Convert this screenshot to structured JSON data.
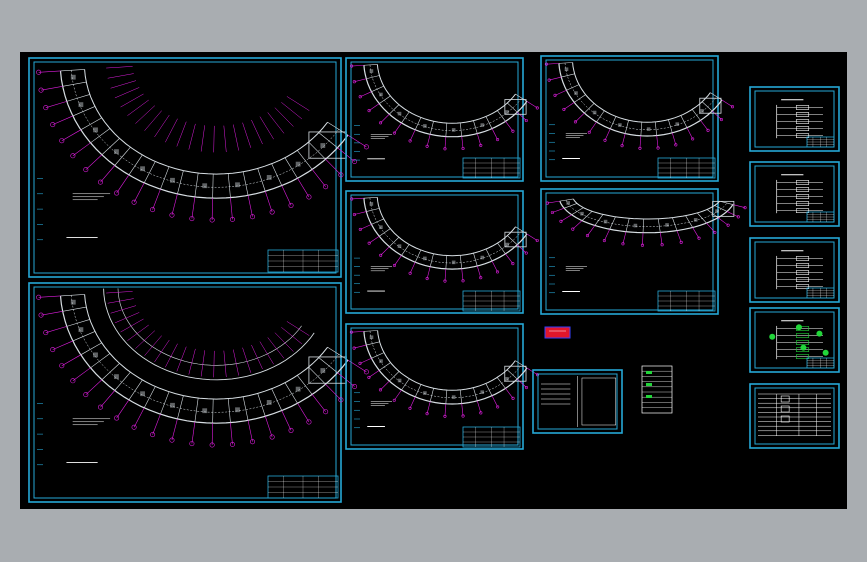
{
  "colors": {
    "page": "#a9adb1",
    "canvas": "#000000",
    "frame": "#26a8d6",
    "plan": "#d7dee3",
    "axis": "#e01de0",
    "legend": "#ffffff",
    "marker_fill": "#e0162b",
    "marker_outline": "#3340ff",
    "schematic_green": "#22d63a"
  },
  "sheets": [
    {
      "id": "plan-large-1",
      "kind": "curved-plan"
    },
    {
      "id": "plan-large-2",
      "kind": "curved-plan-dense"
    },
    {
      "id": "plan-mid-1",
      "kind": "curved-plan"
    },
    {
      "id": "plan-mid-2",
      "kind": "curved-plan"
    },
    {
      "id": "plan-mid-3",
      "kind": "curved-plan"
    },
    {
      "id": "plan-right-1",
      "kind": "curved-plan"
    },
    {
      "id": "plan-right-2",
      "kind": "curved-plan-flat"
    },
    {
      "id": "notes-sheet",
      "kind": "notes"
    },
    {
      "id": "riser-1",
      "kind": "schematic"
    },
    {
      "id": "riser-2",
      "kind": "schematic"
    },
    {
      "id": "riser-3",
      "kind": "schematic"
    },
    {
      "id": "riser-4",
      "kind": "schematic-green"
    },
    {
      "id": "legend-sheet",
      "kind": "table"
    }
  ],
  "icons": {
    "red_marker": "red-marker-icon",
    "legend_table": "legend-table-icon"
  }
}
